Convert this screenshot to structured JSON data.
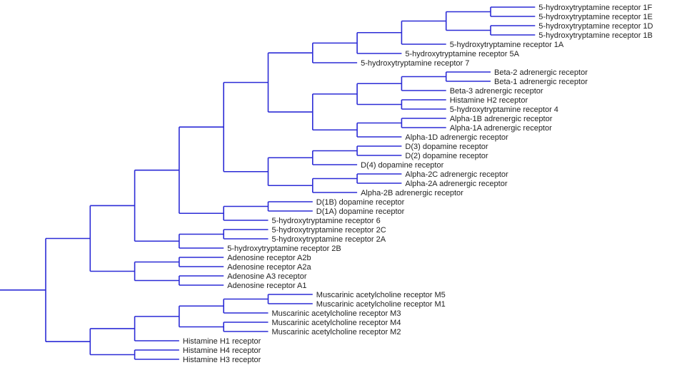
{
  "diagram": {
    "type": "phylogenetic-tree",
    "line_color": "#2b2bd6",
    "text_color": "#222222",
    "tree": {
      "children": [
        {
          "children": [
            {
              "children": [
                {
                  "children": [
                    {
                      "children": [
                        {
                          "children": [
                            {
                              "children": [
                                {
                                  "children": [
                                    {
                                      "children": [
                                        {
                                          "children": [
                                            {
                                              "name": "5-hydroxytryptamine receptor 1F"
                                            },
                                            {
                                              "name": "5-hydroxytryptamine receptor 1E"
                                            }
                                          ]
                                        },
                                        {
                                          "children": [
                                            {
                                              "name": "5-hydroxytryptamine receptor 1D"
                                            },
                                            {
                                              "name": "5-hydroxytryptamine receptor 1B"
                                            }
                                          ]
                                        }
                                      ]
                                    },
                                    {
                                      "name": "5-hydroxytryptamine receptor 1A"
                                    }
                                  ]
                                },
                                {
                                  "name": "5-hydroxytryptamine receptor 5A"
                                }
                              ]
                            },
                            {
                              "name": "5-hydroxytryptamine receptor 7"
                            }
                          ]
                        },
                        {
                          "children": [
                            {
                              "children": [
                                {
                                  "children": [
                                    {
                                      "children": [
                                        {
                                          "name": "Beta-2 adrenergic receptor"
                                        },
                                        {
                                          "name": "Beta-1 adrenergic receptor"
                                        }
                                      ]
                                    },
                                    {
                                      "name": "Beta-3 adrenergic receptor"
                                    }
                                  ]
                                },
                                {
                                  "children": [
                                    {
                                      "name": "Histamine H2 receptor"
                                    },
                                    {
                                      "name": "5-hydroxytryptamine receptor 4"
                                    }
                                  ]
                                }
                              ]
                            },
                            {
                              "children": [
                                {
                                  "children": [
                                    {
                                      "name": "Alpha-1B adrenergic receptor"
                                    },
                                    {
                                      "name": "Alpha-1A adrenergic receptor"
                                    }
                                  ]
                                },
                                {
                                  "name": "Alpha-1D adrenergic receptor"
                                }
                              ]
                            }
                          ]
                        }
                      ]
                    },
                    {
                      "children": [
                        {
                          "children": [
                            {
                              "children": [
                                {
                                  "name": "D(3) dopamine receptor"
                                },
                                {
                                  "name": "D(2) dopamine receptor"
                                }
                              ]
                            },
                            {
                              "name": "D(4) dopamine receptor"
                            }
                          ]
                        },
                        {
                          "children": [
                            {
                              "children": [
                                {
                                  "name": "Alpha-2C adrenergic receptor"
                                },
                                {
                                  "name": "Alpha-2A adrenergic receptor"
                                }
                              ]
                            },
                            {
                              "name": "Alpha-2B adrenergic receptor"
                            }
                          ]
                        }
                      ]
                    }
                  ]
                },
                {
                  "children": [
                    {
                      "children": [
                        {
                          "name": "D(1B) dopamine receptor"
                        },
                        {
                          "name": "D(1A) dopamine receptor"
                        }
                      ]
                    },
                    {
                      "name": "5-hydroxytryptamine receptor 6"
                    }
                  ]
                }
              ]
            },
            {
              "children": [
                {
                  "children": [
                    {
                      "name": "5-hydroxytryptamine receptor 2C"
                    },
                    {
                      "name": "5-hydroxytryptamine receptor 2A"
                    }
                  ]
                },
                {
                  "name": "5-hydroxytryptamine receptor 2B"
                }
              ]
            }
          ]
        },
        {
          "children": [
            {
              "children": [
                {
                  "name": "Adenosine receptor A2b"
                },
                {
                  "name": "Adenosine receptor A2a"
                }
              ]
            },
            {
              "children": [
                {
                  "name": "Adenosine A3 receptor"
                },
                {
                  "name": "Adenosine receptor A1"
                }
              ]
            }
          ]
        }
      ]
    },
    "tree_bottom": {
      "children": [
        {
          "children": [
            {
              "children": [
                {
                  "children": [
                    {
                      "name": "Muscarinic acetylcholine receptor M5"
                    },
                    {
                      "name": "Muscarinic acetylcholine receptor M1"
                    }
                  ]
                },
                {
                  "name": "Muscarinic acetylcholine receptor M3"
                }
              ]
            },
            {
              "children": [
                {
                  "name": "Muscarinic acetylcholine receptor M4"
                },
                {
                  "name": "Muscarinic acetylcholine receptor M2"
                }
              ]
            }
          ]
        },
        {
          "name": "Histamine H1 receptor"
        }
      ]
    },
    "tree_bottom2": {
      "children": [
        {
          "name": "Histamine H4 receptor"
        },
        {
          "name": "Histamine H3 receptor"
        }
      ]
    }
  }
}
